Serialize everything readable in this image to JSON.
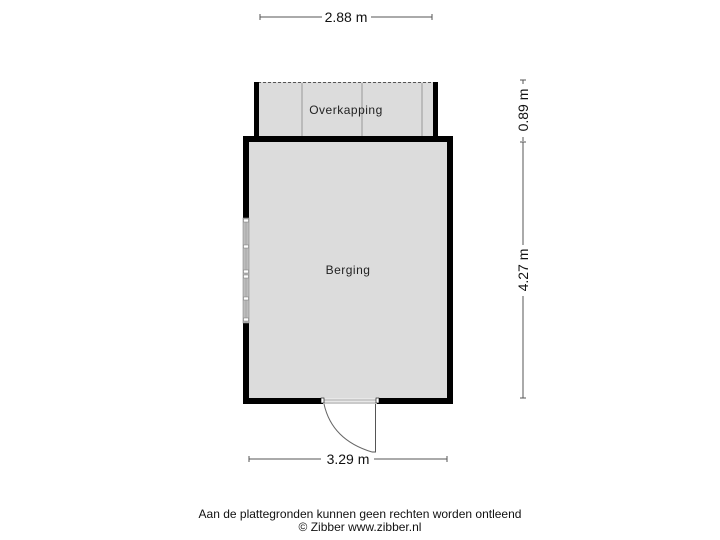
{
  "plan": {
    "rooms": [
      {
        "id": "overkapping",
        "label": "Overkapping"
      },
      {
        "id": "berging",
        "label": "Berging"
      }
    ],
    "dimensions": {
      "top_width": "2.88 m",
      "bottom_width": "3.29 m",
      "right_overkapping_depth": "0.89 m",
      "right_berging_depth": "4.27 m"
    },
    "colors": {
      "wall": "#000000",
      "floor": "#dcdcdc",
      "dim_line": "#555555",
      "background": "#ffffff"
    }
  },
  "footer": {
    "disclaimer": "Aan de plattegronden kunnen geen rechten worden ontleend",
    "copyright": "© Zibber www.zibber.nl"
  }
}
